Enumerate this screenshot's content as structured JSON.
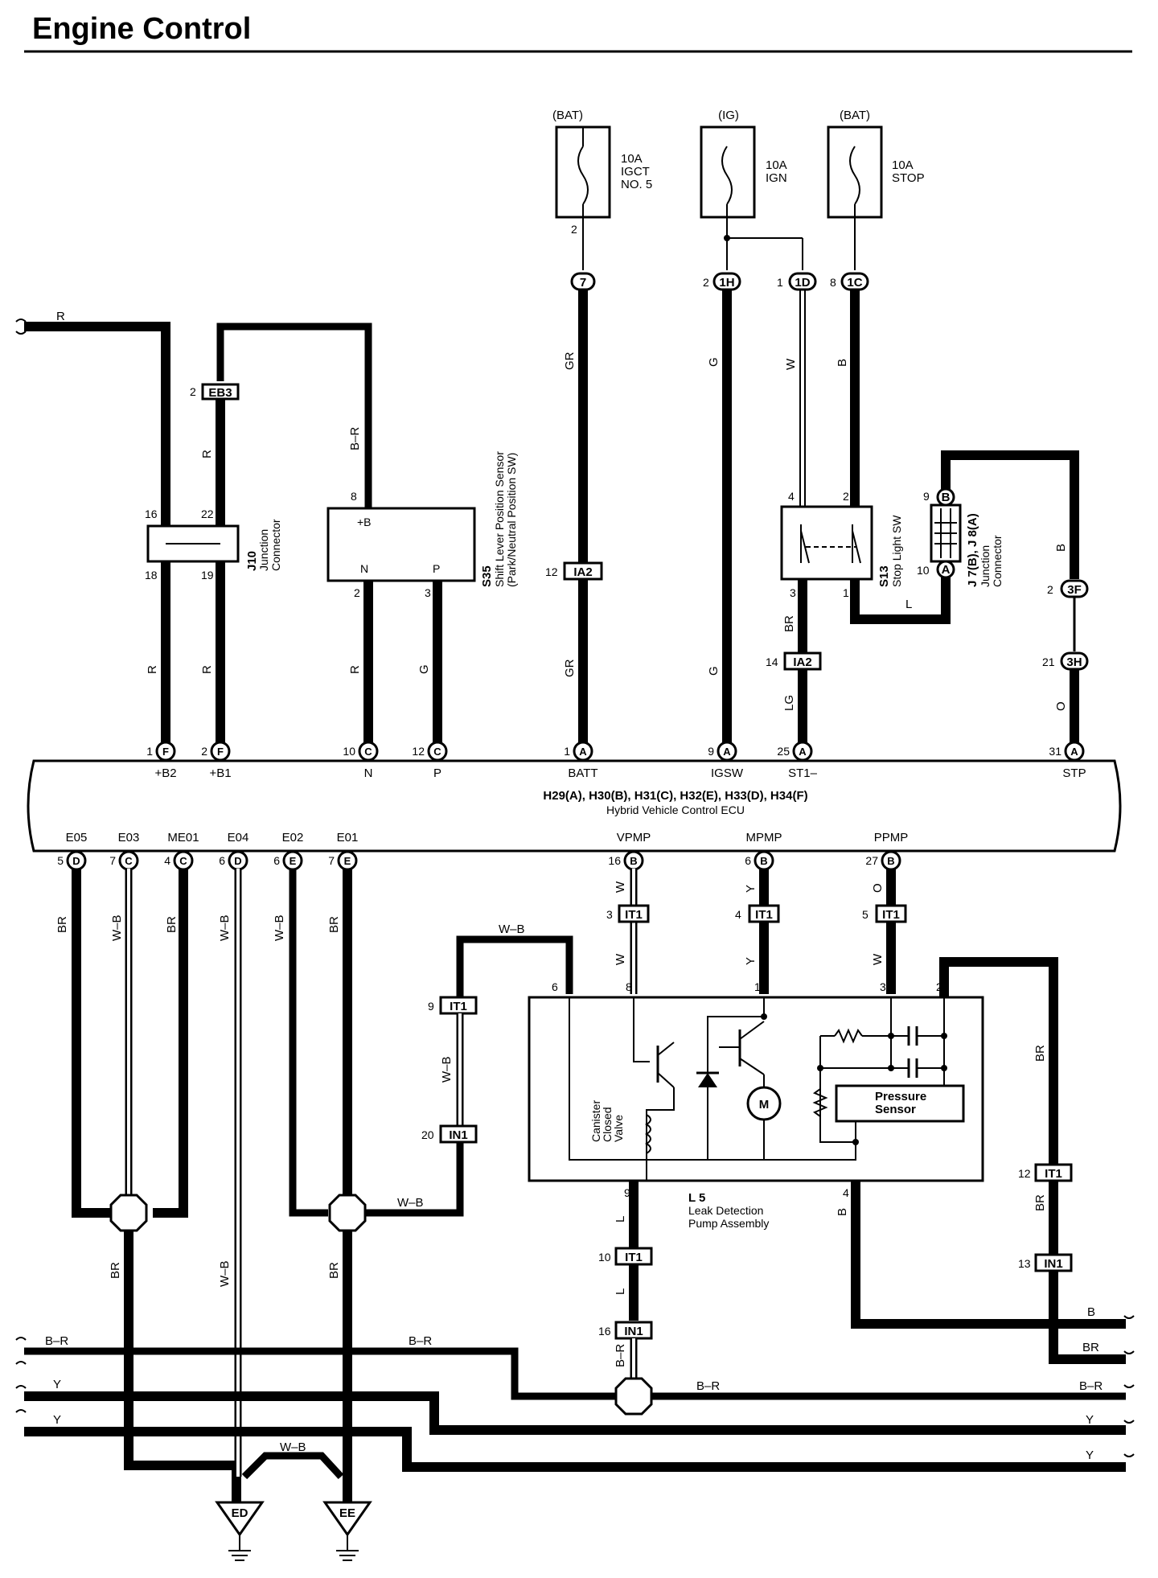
{
  "title": "Engine Control",
  "ecu": {
    "name": "H29(A), H30(B), H31(C), H32(E), H33(D), H34(F)",
    "desc": "Hybrid Vehicle Control ECU",
    "top_pins": [
      {
        "num": "1",
        "conn": "F",
        "label": "+B2"
      },
      {
        "num": "2",
        "conn": "F",
        "label": "+B1"
      },
      {
        "num": "10",
        "conn": "C",
        "label": "N"
      },
      {
        "num": "12",
        "conn": "C",
        "label": "P"
      },
      {
        "num": "1",
        "conn": "A",
        "label": "BATT"
      },
      {
        "num": "9",
        "conn": "A",
        "label": "IGSW"
      },
      {
        "num": "25",
        "conn": "A",
        "label": "ST1–"
      },
      {
        "num": "31",
        "conn": "A",
        "label": "STP"
      }
    ],
    "bottom_pins": [
      {
        "num": "5",
        "conn": "D",
        "label": "E05"
      },
      {
        "num": "7",
        "conn": "C",
        "label": "E03"
      },
      {
        "num": "4",
        "conn": "C",
        "label": "ME01"
      },
      {
        "num": "6",
        "conn": "D",
        "label": "E04"
      },
      {
        "num": "6",
        "conn": "E",
        "label": "E02"
      },
      {
        "num": "7",
        "conn": "E",
        "label": "E01"
      },
      {
        "num": "16",
        "conn": "B",
        "label": "VPMP"
      },
      {
        "num": "6",
        "conn": "B",
        "label": "MPMP"
      },
      {
        "num": "27",
        "conn": "B",
        "label": "PPMP"
      }
    ]
  },
  "fuses": [
    {
      "source": "(BAT)",
      "line1": "10A",
      "line2": "IGCT",
      "line3": "NO. 5"
    },
    {
      "source": "(IG)",
      "line1": "10A",
      "line2": "IGN",
      "line3": ""
    },
    {
      "source": "(BAT)",
      "line1": "10A",
      "line2": "STOP",
      "line3": ""
    }
  ],
  "fuse_pins": {
    "igct_out": "2",
    "conn7": "7",
    "ign_1h_num": "2",
    "ign_1h": "1H",
    "stop_1d_num": "1",
    "stop_1d": "1D",
    "stop_1c_num": "8",
    "stop_1c": "1C"
  },
  "junction_j10": {
    "name": "J10",
    "desc1": "Junction",
    "desc2": "Connector",
    "p16": "16",
    "p22": "22",
    "p18": "18",
    "p19": "19"
  },
  "eb3": {
    "num": "2",
    "label": "EB3"
  },
  "s35": {
    "name": "S35",
    "desc1": "Shift Lever Position Sensor",
    "desc2": "(Park/Neutral Position SW)",
    "pin_b": "+B",
    "pin_n": "N",
    "pin_p": "P",
    "num8": "8",
    "num2": "2",
    "num3": "3"
  },
  "s13": {
    "name": "S13",
    "desc": "Stop Light SW",
    "p4": "4",
    "p2": "2",
    "p3": "3",
    "p1": "1"
  },
  "j7": {
    "name": "J 7(B), J 8(A)",
    "desc1": "Junction",
    "desc2": "Connector",
    "p9": "9",
    "c9": "B",
    "p10": "10",
    "c10": "A"
  },
  "connectors": {
    "ia2_a_num": "12",
    "ia2_a": "IA2",
    "ia2_b_num": "14",
    "ia2_b": "IA2",
    "f3_num": "2",
    "f3": "3F",
    "h3_num": "21",
    "h3": "3H",
    "it1_a_num": "3",
    "it1_a": "IT1",
    "it1_b_num": "4",
    "it1_b": "IT1",
    "it1_c_num": "5",
    "it1_c": "IT1",
    "it1_d_num": "9",
    "it1_d": "IT1",
    "in1_a_num": "20",
    "in1_a": "IN1",
    "it1_e_num": "12",
    "it1_e": "IT1",
    "in1_b_num": "13",
    "in1_b": "IN1",
    "it1_f_num": "10",
    "it1_f": "IT1",
    "in1_c_num": "16",
    "in1_c": "IN1"
  },
  "l5": {
    "name": "L 5",
    "desc1": "Leak Detection",
    "desc2": "Pump Assembly",
    "p6": "6",
    "p8": "8",
    "p1": "1",
    "p3": "3",
    "p2": "2",
    "p9": "9",
    "p4": "4",
    "valve1": "Canister",
    "valve2": "Closed",
    "valve3": "Valve",
    "motor": "M",
    "sensor1": "Pressure",
    "sensor2": "Sensor"
  },
  "wire_colors": {
    "R": "R",
    "B_R": "B–R",
    "GR": "GR",
    "G": "G",
    "W": "W",
    "B": "B",
    "L": "L",
    "BR": "BR",
    "LG": "LG",
    "O": "O",
    "W_B": "W–B",
    "Y": "Y"
  },
  "grounds": {
    "ed": "ED",
    "ee": "EE"
  }
}
